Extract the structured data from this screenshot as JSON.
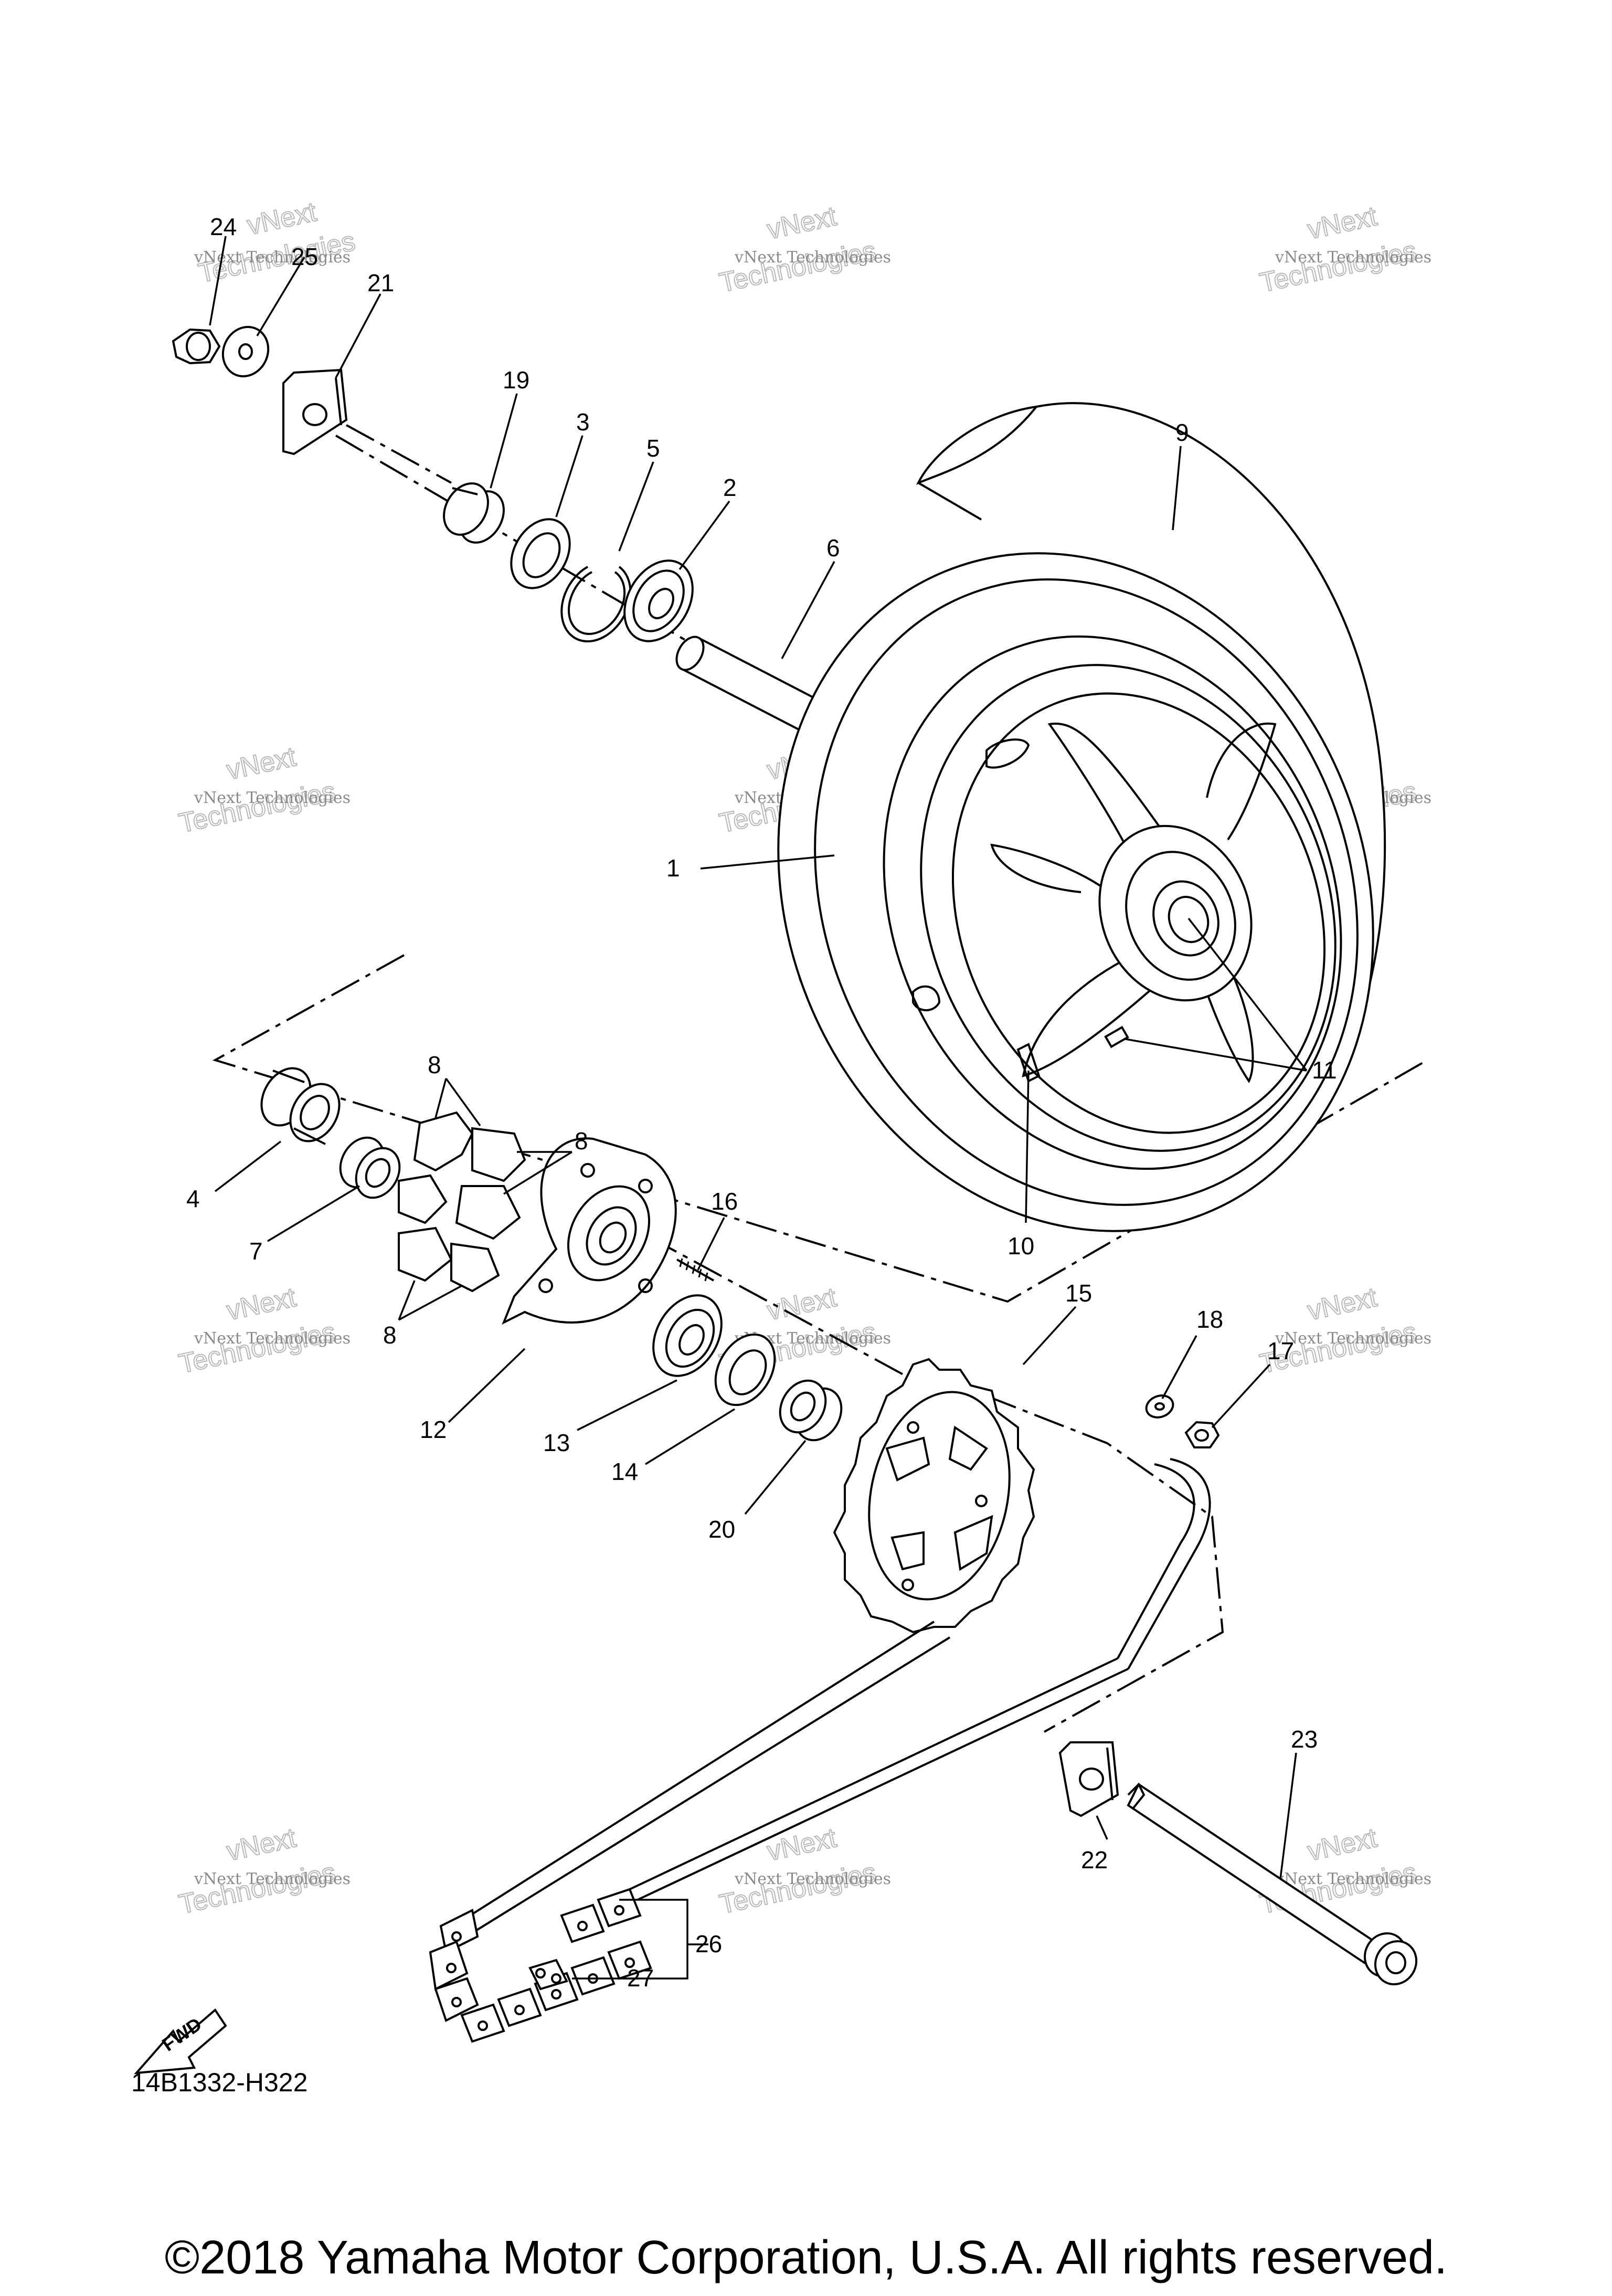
{
  "watermark": {
    "small": "vNext Technologies",
    "big": "Technologies",
    "top": "vNext"
  },
  "callouts": {
    "c1": "1",
    "c2": "2",
    "c3": "3",
    "c4": "4",
    "c5": "5",
    "c6": "6",
    "c7": "7",
    "c8a": "8",
    "c8b": "8",
    "c8c": "8",
    "c9": "9",
    "c10": "10",
    "c11": "11",
    "c12": "12",
    "c13": "13",
    "c14": "14",
    "c15": "15",
    "c16": "16",
    "c17": "17",
    "c18": "18",
    "c19": "19",
    "c20": "20",
    "c21": "21",
    "c22": "22",
    "c23": "23",
    "c24": "24",
    "c25": "25",
    "c26": "26",
    "c27": "27"
  },
  "fwd_label": "FWD",
  "diagram_code": "14B1332-H322",
  "copyright": "©2018 Yamaha Motor Corporation, U.S.A. All rights reserved."
}
